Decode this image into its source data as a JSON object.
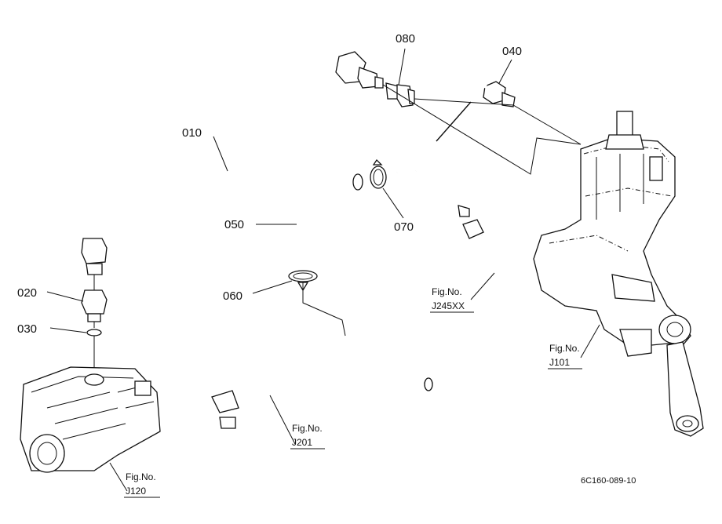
{
  "diagram": {
    "part_labels": {
      "p010": "010",
      "p020": "020",
      "p030": "030",
      "p040": "040",
      "p050": "050",
      "p060": "060",
      "p070": "070",
      "p080": "080"
    },
    "fig_refs": {
      "j245xx": {
        "title": "Fig.No.",
        "number": "J245XX"
      },
      "j101": {
        "title": "Fig.No.",
        "number": "J101"
      },
      "j201": {
        "title": "Fig.No.",
        "number": "J201"
      },
      "j120": {
        "title": "Fig.No.",
        "number": "J120"
      }
    },
    "drawing_code": "6C160-089-10"
  }
}
